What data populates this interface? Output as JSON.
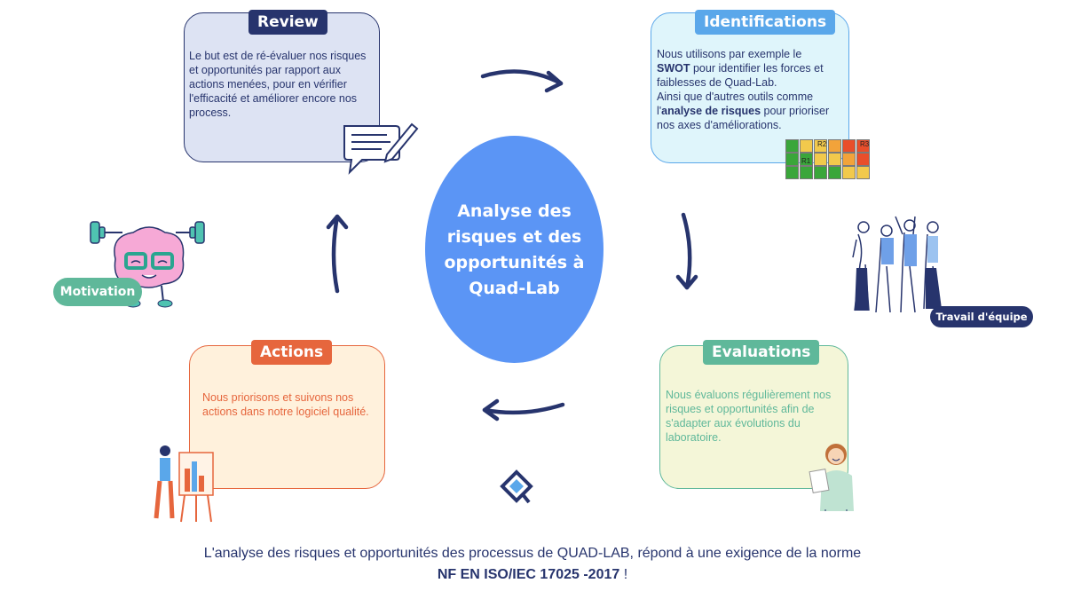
{
  "center": {
    "title": "Analyse des risques et des opportunités à Quad-Lab"
  },
  "review": {
    "title": "Review",
    "text": "Le but est de ré-évaluer nos risques et opportunités par rapport aux actions menées, pour en vérifier l'efficacité et améliorer encore nos process."
  },
  "identifications": {
    "title": "Identifications",
    "text_1": "Nous utilisons par exemple le",
    "text_bold_1": "SWOT",
    "text_2": " pour identifier les forces et faiblesses de Quad-Lab.",
    "text_3": "Ainsi que d'autres outils comme l'",
    "text_bold_2": "analyse de risques",
    "text_4": " pour prioriser nos axes d'améliorations.",
    "risk_labels": {
      "r1": "R1",
      "r2": "R2",
      "r3": "R3"
    }
  },
  "actions": {
    "title": "Actions",
    "text": "Nous priorisons et suivons nos actions dans notre logiciel qualité."
  },
  "evaluations": {
    "title": "Evaluations",
    "text": "Nous évaluons régulièrement nos risques et opportunités afin de s'adapter aux évolutions du laboratoire."
  },
  "motivation": {
    "label": "Motivation"
  },
  "teamwork": {
    "label": "Travail  d'équipe"
  },
  "footer": {
    "line_1": "L'analyse des risques et opportunités des processus de QUAD-LAB, répond à une exigence de la norme",
    "line_2_bold": "NF EN ISO/IEC 17025 -2017",
    "line_2_end": " !"
  },
  "colors": {
    "navy": "#27346d",
    "blue": "#5aa7ea",
    "center_blue": "#5b95f5",
    "orange": "#e6663d",
    "green": "#5fb89a"
  },
  "icons": {
    "review": "message-writing-icon",
    "actions": "presentation-person-icon",
    "evaluations": "smiling-person-icon",
    "motivation": "brain-with-dumbbells-icon",
    "teamwork": "team-high-five-icon",
    "logo": "quad-lab-logo-icon"
  }
}
